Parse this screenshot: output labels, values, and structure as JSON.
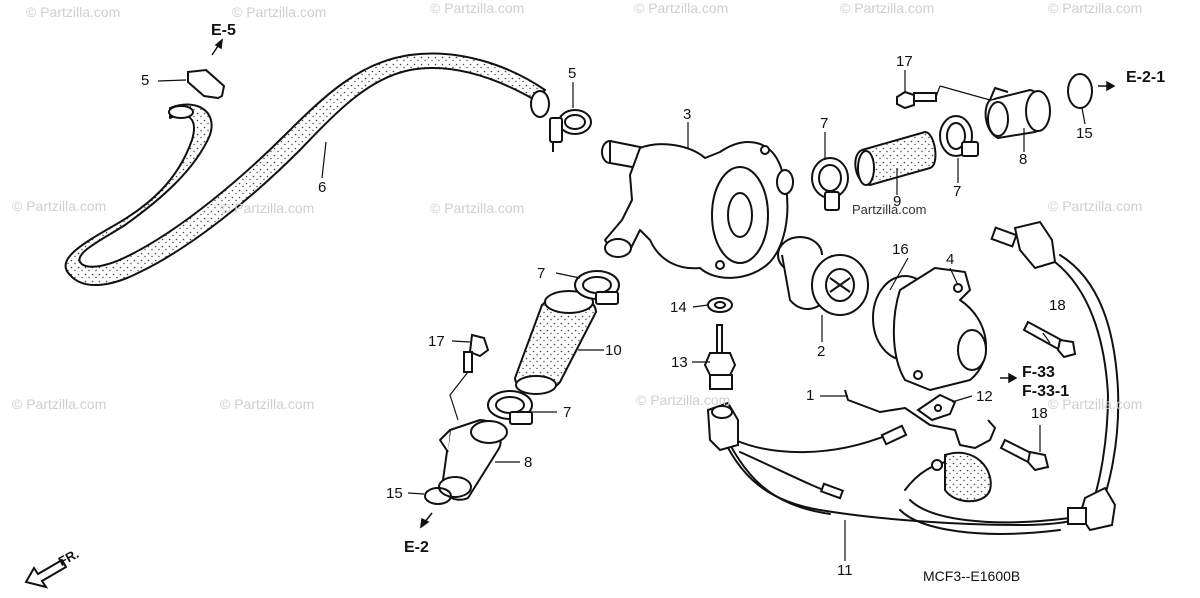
{
  "watermark": "© Partzilla.com",
  "watermark_inline": "Partzilla.com",
  "diagram_code": "MCF3--E1600B",
  "direction_label": "FR.",
  "references": {
    "e5": "E-5",
    "e21": "E-2-1",
    "f33": "F-33",
    "f331": "F-33-1",
    "e2": "E-2"
  },
  "callouts": {
    "c1": "1",
    "c2": "2",
    "c3": "3",
    "c4": "4",
    "c5a": "5",
    "c5b": "5",
    "c6": "6",
    "c7a": "7",
    "c7b": "7",
    "c7c": "7",
    "c7d": "7",
    "c8a": "8",
    "c8b": "8",
    "c9": "9",
    "c10": "10",
    "c11": "11",
    "c12": "12",
    "c13": "13",
    "c14": "14",
    "c15a": "15",
    "c15b": "15",
    "c16": "16",
    "c17a": "17",
    "c17b": "17",
    "c18a": "18",
    "c18b": "18"
  }
}
